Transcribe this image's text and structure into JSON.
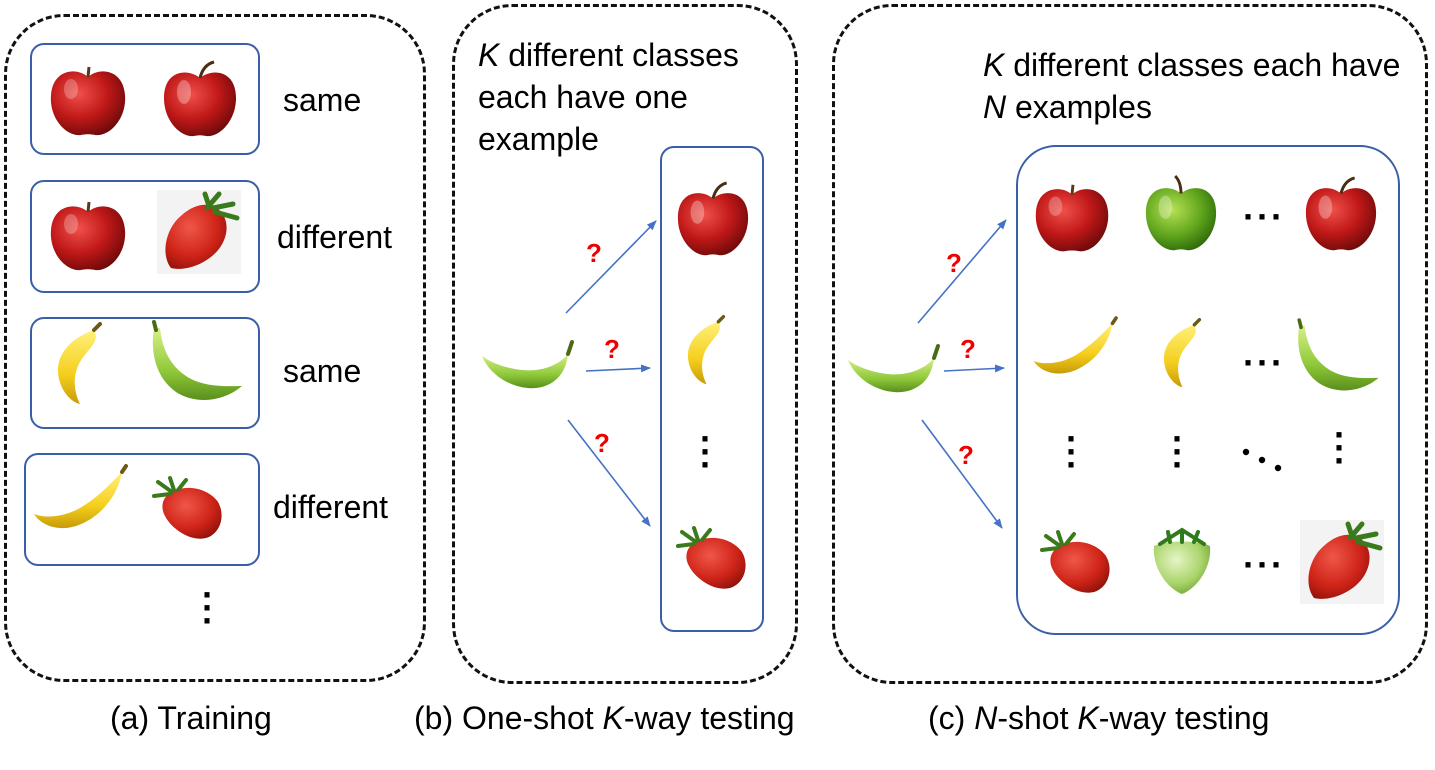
{
  "panel_a": {
    "caption": "(a) Training",
    "pairs": [
      {
        "left": "apple-icon",
        "right": "apple-icon",
        "label": "same"
      },
      {
        "left": "apple-icon",
        "right": "strawberry-icon",
        "label": "different"
      },
      {
        "left": "banana-icon",
        "right": "green-banana-icon",
        "label": "same"
      },
      {
        "left": "banana-icon",
        "right": "strawberry-icon",
        "label": "different"
      }
    ]
  },
  "panel_b": {
    "caption_prefix": "(b) One-shot ",
    "caption_k": "K",
    "caption_suffix": "-way testing",
    "desc_k": "K",
    "desc_rest": " different classes each have one example",
    "question_mark": "?"
  },
  "panel_c": {
    "caption_prefix": "(c) ",
    "caption_n": "N",
    "caption_mid": "-shot ",
    "caption_k": "K",
    "caption_suffix": "-way testing",
    "desc_k": "K",
    "desc_mid": " different classes each have ",
    "desc_n": "N",
    "desc_end": " examples",
    "question_mark": "?"
  },
  "colors": {
    "box_border": "#3a5fa8",
    "arrow": "#4472c4",
    "question": "#e00000"
  }
}
